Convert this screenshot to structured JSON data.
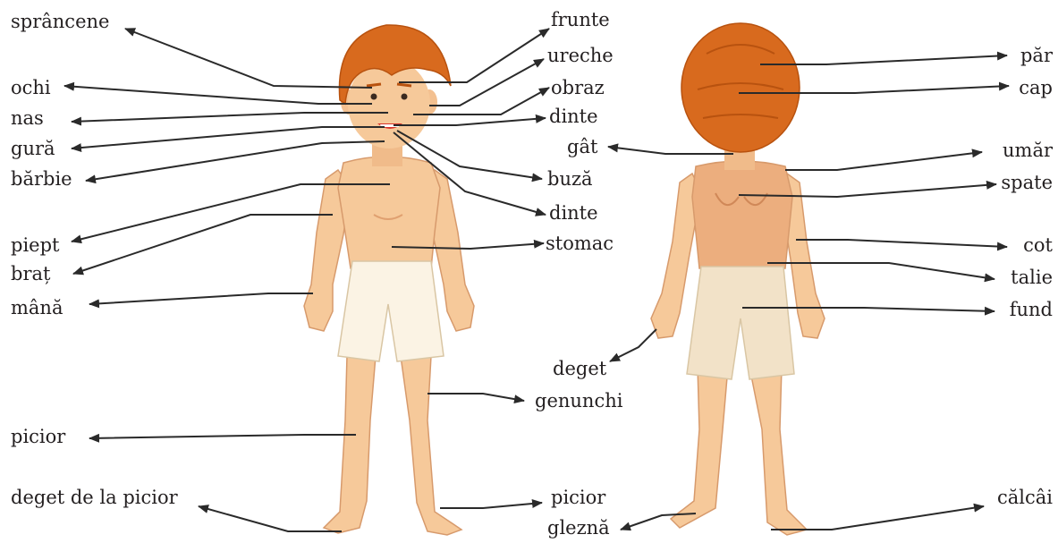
{
  "diagram": {
    "front_labels_left": [
      "sprâncene",
      "ochi",
      "nas",
      "gură",
      "bărbie",
      "piept",
      "braț",
      "mână",
      "picior",
      "deget de la picior"
    ],
    "front_labels_right": [
      "frunte",
      "ureche",
      "obraz",
      "dinte",
      "gât",
      "buză",
      "dinte",
      "stomac",
      "deget",
      "genunchi",
      "picior",
      "gleznă"
    ],
    "back_labels_right": [
      "păr",
      "cap",
      "umăr",
      "spate",
      "cot",
      "talie",
      "fund",
      "călcâi"
    ]
  },
  "colors": {
    "skin": "#f6c99a",
    "skin_shadow": "#e8a877",
    "hair": "#d86a1e",
    "hair_dark": "#b8520f",
    "shorts": "#fbf3e4",
    "shorts_back": "#f2e2c8",
    "line": "#2a2a2a",
    "text": "#231f20"
  }
}
